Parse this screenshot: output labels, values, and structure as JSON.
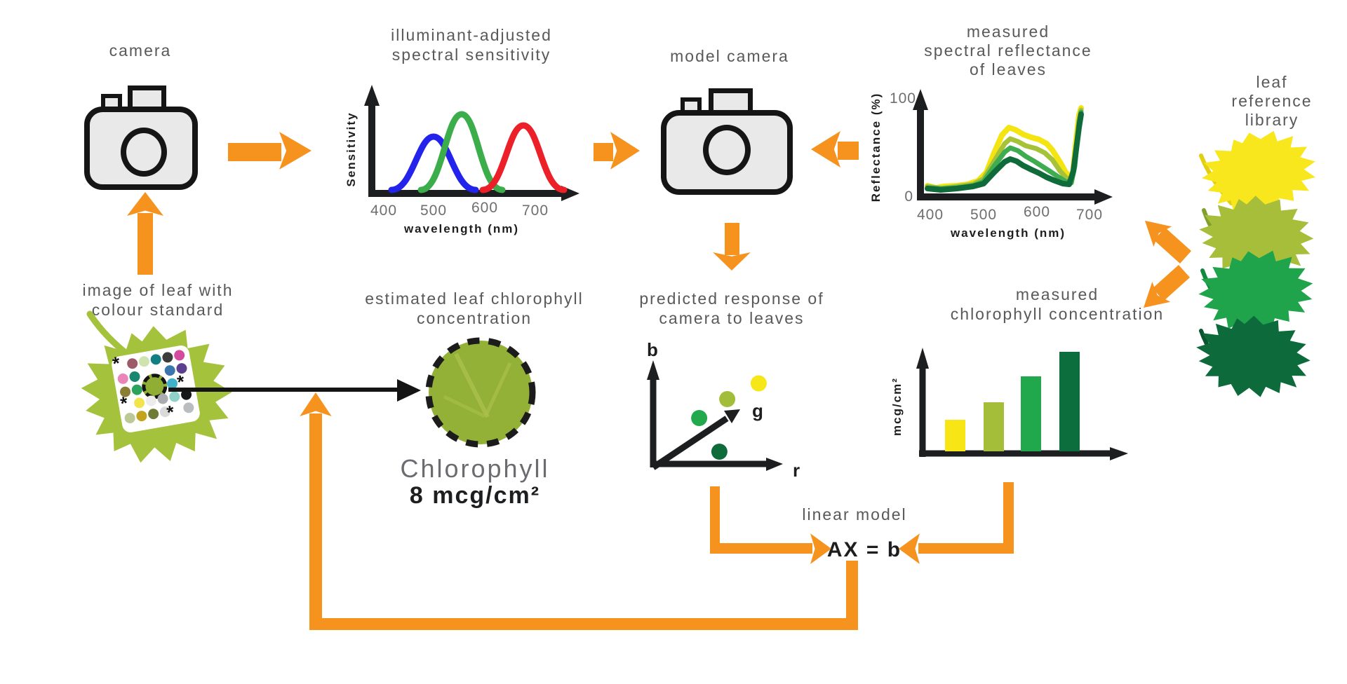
{
  "colors": {
    "orange": "#F6921E",
    "title_gray": "#58595b",
    "tick_gray": "#6d6e70",
    "ink": "#1d1e20",
    "leaf_yellow": "#F8E71C",
    "leaf_yellow_green": "#A6BE39",
    "leaf_green": "#1FA44C",
    "leaf_dark_green": "#0D6B3B",
    "image_leaf_green": "#A5C23D",
    "estimated_circle_green": "#93B137"
  },
  "nodes": {
    "camera": {
      "label": "camera"
    },
    "model_camera": {
      "label": "model camera"
    },
    "leaf_library": {
      "title_line1": "leaf",
      "title_line2": "reference",
      "title_line3": "library"
    },
    "leaf_image": {
      "title_line1": "image of leaf with",
      "title_line2": "colour standard"
    },
    "estimated": {
      "title_line1": "estimated leaf chlorophyll",
      "title_line2": "concentration",
      "result_label": "Chlorophyll",
      "result_value": "8 mcg/cm²"
    },
    "predicted": {
      "title_line1": "predicted response of",
      "title_line2": "camera to leaves"
    },
    "measured_chl": {
      "title_line1": "measured",
      "title_line2": "chlorophyll concentration"
    },
    "linear_model": {
      "label": "linear model",
      "equation": "AX = b"
    }
  },
  "colour_card": {
    "asterisk": "*",
    "dot_grid": [
      [
        null,
        "#9d5a68",
        "#cfe3ae",
        "#117f84",
        "#3c3c3c",
        "#d44b9e"
      ],
      [
        "#eb85b9",
        "#19876f",
        null,
        null,
        "#3a76ad",
        "#5d3f8f"
      ],
      [
        "#8a7d35",
        "#2aa35b",
        null,
        null,
        "#41b1c9",
        null
      ],
      [
        null,
        "#f2e44d",
        "#ececec",
        "#a9adb0",
        "#90d2ca",
        "#17181a"
      ],
      [
        "#bac995",
        "#c3a31d",
        "#707b35",
        "#dadada",
        null,
        "#b9bdc0"
      ]
    ]
  },
  "chart_data": {
    "sensitivity": {
      "type": "line",
      "title": "illuminant-adjusted spectral sensitivity",
      "title_line1": "illuminant-adjusted",
      "title_line2": "spectral sensitivity",
      "xlabel": "wavelength (nm)",
      "ylabel": "Sensitivity",
      "x_ticks": [
        "400",
        "500",
        "600",
        "700"
      ],
      "series": [
        {
          "name": "blue channel",
          "color": "#2323EB",
          "peak_nm": 480,
          "relative_peak": 0.72
        },
        {
          "name": "green channel",
          "color": "#3CAD4B",
          "peak_nm": 550,
          "relative_peak": 1.0
        },
        {
          "name": "red channel",
          "color": "#EC2028",
          "peak_nm": 650,
          "relative_peak": 0.86
        }
      ]
    },
    "reflectance": {
      "type": "line",
      "title": "measured spectral reflectance of leaves",
      "title_line1": "measured",
      "title_line2": "spectral reflectance",
      "title_line3": "of leaves",
      "xlabel": "wavelength (nm)",
      "ylabel": "Reflectance (%)",
      "ylim": [
        0,
        100
      ],
      "y_ticks": [
        "100",
        "0"
      ],
      "x_ticks": [
        "400",
        "500",
        "600",
        "700"
      ],
      "series": [
        {
          "name": "yellow leaf",
          "color": "#F3E412",
          "points_nm_pct": [
            [
              400,
              11
            ],
            [
              450,
              11
            ],
            [
              500,
              20
            ],
            [
              530,
              55
            ],
            [
              550,
              68
            ],
            [
              575,
              61
            ],
            [
              600,
              56
            ],
            [
              625,
              48
            ],
            [
              650,
              27
            ],
            [
              663,
              20
            ],
            [
              674,
              50
            ],
            [
              684,
              87
            ]
          ]
        },
        {
          "name": "yellow-green leaf",
          "color": "#A6C238",
          "points_nm_pct": [
            [
              400,
              10
            ],
            [
              450,
              10
            ],
            [
              500,
              18
            ],
            [
              530,
              46
            ],
            [
              550,
              57
            ],
            [
              575,
              52
            ],
            [
              600,
              47
            ],
            [
              625,
              39
            ],
            [
              650,
              22
            ],
            [
              666,
              17
            ],
            [
              674,
              40
            ],
            [
              684,
              85
            ]
          ]
        },
        {
          "name": "green leaf",
          "color": "#3FAC50",
          "points_nm_pct": [
            [
              400,
              9
            ],
            [
              450,
              9
            ],
            [
              500,
              15
            ],
            [
              530,
              40
            ],
            [
              550,
              48
            ],
            [
              575,
              42
            ],
            [
              600,
              33
            ],
            [
              625,
              25
            ],
            [
              650,
              16
            ],
            [
              665,
              14
            ],
            [
              674,
              33
            ],
            [
              684,
              83
            ]
          ]
        },
        {
          "name": "dark green leaf",
          "color": "#0F6C3A",
          "points_nm_pct": [
            [
              400,
              8
            ],
            [
              450,
              8
            ],
            [
              500,
              13
            ],
            [
              530,
              31
            ],
            [
              550,
              37
            ],
            [
              575,
              31
            ],
            [
              600,
              23
            ],
            [
              625,
              18
            ],
            [
              650,
              13
            ],
            [
              662,
              12
            ],
            [
              674,
              28
            ],
            [
              684,
              81
            ]
          ]
        }
      ]
    },
    "rgb_scatter": {
      "type": "scatter",
      "title": "predicted response of camera to leaves",
      "axes": [
        "r",
        "g",
        "b"
      ],
      "points": [
        {
          "name": "yellow leaf",
          "color": "#F5E718",
          "fx": 0.94,
          "fy": 0.8
        },
        {
          "name": "yellow-green leaf",
          "color": "#A2BD3A",
          "fx": 0.66,
          "fy": 0.65
        },
        {
          "name": "green leaf",
          "color": "#22A94E",
          "fx": 0.41,
          "fy": 0.47
        },
        {
          "name": "dark green leaf",
          "color": "#0E6B3A",
          "fx": 0.59,
          "fy": 0.15
        }
      ]
    },
    "measured_chlorophyll": {
      "type": "bar",
      "title": "measured chlorophyll concentration",
      "ylabel": "mcg/cm²",
      "categories": [
        "yellow leaf",
        "yellow-green leaf",
        "green leaf",
        "dark green leaf"
      ],
      "relative_values": [
        0.32,
        0.49,
        0.75,
        1.0
      ],
      "bar_colors": [
        "#F7E515",
        "#A4BE39",
        "#21A84D",
        "#0C6E3D"
      ]
    }
  }
}
